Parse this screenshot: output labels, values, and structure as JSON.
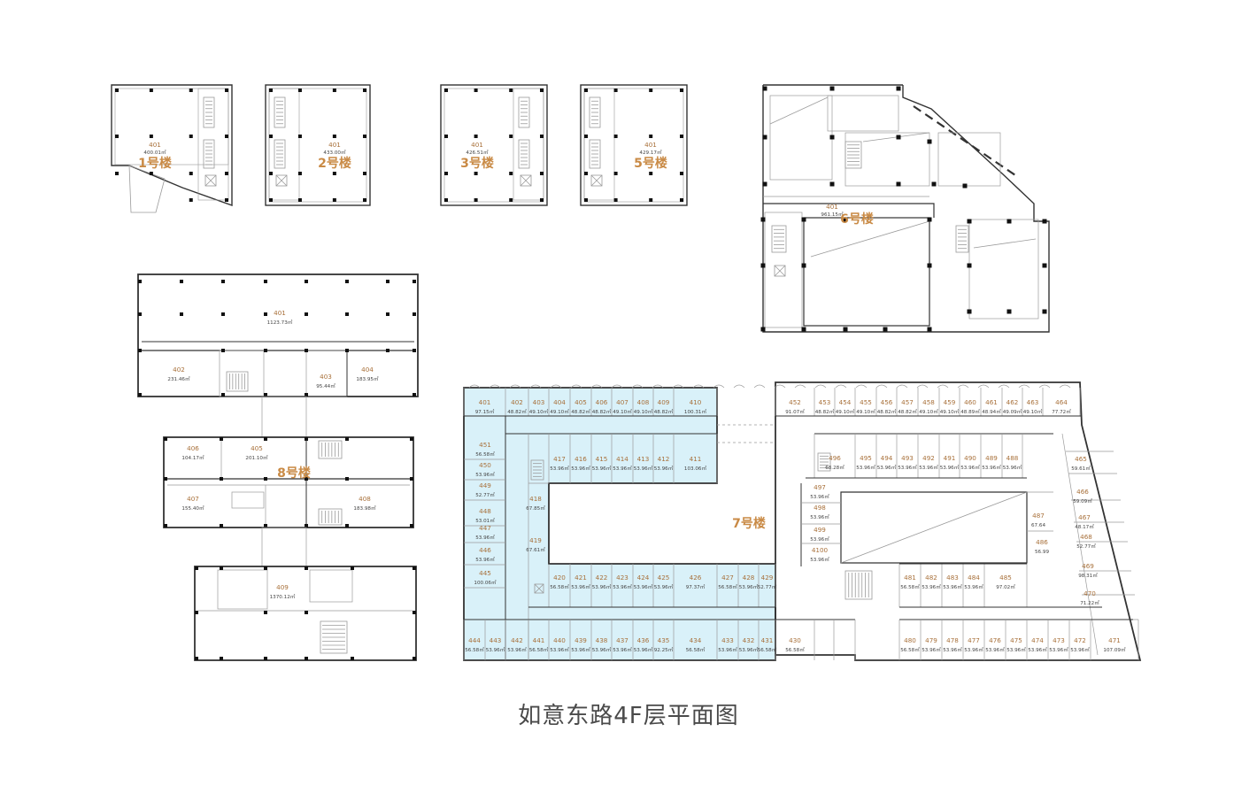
{
  "caption": "如意东路4F层平面图",
  "colors": {
    "wall": "#333333",
    "thin": "#9a9a9a",
    "column": "#111111",
    "room_number": "#a8703a",
    "area_text": "#444444",
    "building_label": "#c98a45",
    "highlight_fill": "#d9f1f9",
    "highlight_stroke": "#7ec4dc"
  },
  "small_buildings": [
    {
      "name": "1号楼",
      "room": "401",
      "area": "400.01㎡"
    },
    {
      "name": "2号楼",
      "room": "401",
      "area": "433.00㎡"
    },
    {
      "name": "3号楼",
      "room": "401",
      "area": "426.51㎡"
    },
    {
      "name": "5号楼",
      "room": "401",
      "area": "429.17㎡"
    }
  ],
  "building6": {
    "name": "6号楼",
    "room": "401",
    "area": "961.15㎡"
  },
  "building8": {
    "name": "8号楼",
    "rooms": [
      {
        "num": "401",
        "area": "1123.73㎡"
      },
      {
        "num": "402",
        "area": "231.46㎡"
      },
      {
        "num": "403",
        "area": "95.44㎡"
      },
      {
        "num": "404",
        "area": "183.95㎡"
      },
      {
        "num": "406",
        "area": "104.17㎡"
      },
      {
        "num": "405",
        "area": "201.10㎡"
      },
      {
        "num": "407",
        "area": "155.40㎡"
      },
      {
        "num": "408",
        "area": "183.98㎡"
      },
      {
        "num": "409",
        "area": "1370.12㎡"
      }
    ]
  },
  "building7": {
    "name": "7号楼",
    "top_row": [
      {
        "num": "401",
        "area": "97.15㎡"
      },
      {
        "num": "402",
        "area": "48.82㎡"
      },
      {
        "num": "403",
        "area": "49.10㎡"
      },
      {
        "num": "404",
        "area": "49.10㎡"
      },
      {
        "num": "405",
        "area": "48.82㎡"
      },
      {
        "num": "406",
        "area": "48.82㎡"
      },
      {
        "num": "407",
        "area": "49.10㎡"
      },
      {
        "num": "408",
        "area": "49.10㎡"
      },
      {
        "num": "409",
        "area": "48.82㎡"
      },
      {
        "num": "410",
        "area": "100.31㎡"
      }
    ],
    "row2": [
      {
        "num": "417",
        "area": "53.96㎡"
      },
      {
        "num": "416",
        "area": "53.96㎡"
      },
      {
        "num": "415",
        "area": "53.96㎡"
      },
      {
        "num": "414",
        "area": "53.96㎡"
      },
      {
        "num": "413",
        "area": "53.96㎡"
      },
      {
        "num": "412",
        "area": "53.96㎡"
      },
      {
        "num": "411",
        "area": "103.06㎡"
      }
    ],
    "left_col": [
      {
        "num": "451",
        "area": "56.58㎡"
      },
      {
        "num": "450",
        "area": "53.96㎡"
      },
      {
        "num": "449",
        "area": "52.77㎡"
      },
      {
        "num": "448",
        "area": "53.01㎡"
      },
      {
        "num": "447",
        "area": "53.96㎡"
      },
      {
        "num": "446",
        "area": "53.96㎡"
      },
      {
        "num": "445",
        "area": "100.06㎡"
      }
    ],
    "inner_col": [
      {
        "num": "418",
        "area": "67.85㎡"
      },
      {
        "num": "419",
        "area": "67.61㎡"
      }
    ],
    "mid_row": [
      {
        "num": "420",
        "area": "56.58㎡"
      },
      {
        "num": "421",
        "area": "53.96㎡"
      },
      {
        "num": "422",
        "area": "53.96㎡"
      },
      {
        "num": "423",
        "area": "53.96㎡"
      },
      {
        "num": "424",
        "area": "53.96㎡"
      },
      {
        "num": "425",
        "area": "53.96㎡"
      },
      {
        "num": "426",
        "area": "97.37㎡"
      },
      {
        "num": "427",
        "area": "56.58㎡"
      },
      {
        "num": "428",
        "area": "53.96㎡"
      },
      {
        "num": "429",
        "area": "52.77㎡"
      }
    ],
    "bottom_row": [
      {
        "num": "444",
        "area": "56.58㎡"
      },
      {
        "num": "443",
        "area": "53.96㎡"
      },
      {
        "num": "442",
        "area": "53.96㎡"
      },
      {
        "num": "441",
        "area": "56.58㎡"
      },
      {
        "num": "440",
        "area": "53.96㎡"
      },
      {
        "num": "439",
        "area": "53.96㎡"
      },
      {
        "num": "438",
        "area": "53.96㎡"
      },
      {
        "num": "437",
        "area": "53.96㎡"
      },
      {
        "num": "436",
        "area": "53.96㎡"
      },
      {
        "num": "435",
        "area": "92.25㎡"
      },
      {
        "num": "434",
        "area": "56.58㎡"
      },
      {
        "num": "433",
        "area": "53.96㎡"
      },
      {
        "num": "432",
        "area": "53.96㎡"
      },
      {
        "num": "431",
        "area": "56.58㎡"
      },
      {
        "num": "430",
        "area": "56.58㎡"
      }
    ],
    "right_top_row": [
      {
        "num": "452",
        "area": "91.07㎡"
      },
      {
        "num": "453",
        "area": "48.82㎡"
      },
      {
        "num": "454",
        "area": "49.10㎡"
      },
      {
        "num": "455",
        "area": "49.10㎡"
      },
      {
        "num": "456",
        "area": "48.82㎡"
      },
      {
        "num": "457",
        "area": "48.82㎡"
      },
      {
        "num": "458",
        "area": "49.10㎡"
      },
      {
        "num": "459",
        "area": "49.10㎡"
      },
      {
        "num": "460",
        "area": "48.89㎡"
      },
      {
        "num": "461",
        "area": "48.94㎡"
      },
      {
        "num": "462",
        "area": "49.09㎡"
      },
      {
        "num": "463",
        "area": "49.10㎡"
      },
      {
        "num": "464",
        "area": "77.72㎡"
      }
    ],
    "right_row2": [
      {
        "num": "496",
        "area": "68.28㎡"
      },
      {
        "num": "495",
        "area": "53.96㎡"
      },
      {
        "num": "494",
        "area": "53.96㎡"
      },
      {
        "num": "493",
        "area": "53.96㎡"
      },
      {
        "num": "492",
        "area": "53.96㎡"
      },
      {
        "num": "491",
        "area": "53.96㎡"
      },
      {
        "num": "490",
        "area": "53.96㎡"
      },
      {
        "num": "489",
        "area": "53.96㎡"
      },
      {
        "num": "488",
        "area": "53.96㎡"
      }
    ],
    "right_inner_left": [
      {
        "num": "497",
        "area": "53.96㎡"
      },
      {
        "num": "498",
        "area": "53.96㎡"
      },
      {
        "num": "499",
        "area": "53.96㎡"
      },
      {
        "num": "4100",
        "area": "53.96㎡"
      }
    ],
    "right_inner_right": [
      {
        "num": "487",
        "area": "67.64"
      },
      {
        "num": "486",
        "area": "56.99"
      }
    ],
    "right_east_col": [
      {
        "num": "465",
        "area": "59.61㎡"
      },
      {
        "num": "466",
        "area": "59.09㎡"
      },
      {
        "num": "467",
        "area": "48.17㎡"
      },
      {
        "num": "468",
        "area": "52.77㎡"
      },
      {
        "num": "469",
        "area": "98.31㎡"
      },
      {
        "num": "470",
        "area": "71.22㎡"
      }
    ],
    "right_mid_row": [
      {
        "num": "481",
        "area": "56.58㎡"
      },
      {
        "num": "482",
        "area": "53.96㎡"
      },
      {
        "num": "483",
        "area": "53.96㎡"
      },
      {
        "num": "484",
        "area": "53.96㎡"
      },
      {
        "num": "485",
        "area": "97.02㎡"
      }
    ],
    "right_bottom_row": [
      {
        "num": "480",
        "area": "56.58㎡"
      },
      {
        "num": "479",
        "area": "53.96㎡"
      },
      {
        "num": "478",
        "area": "53.96㎡"
      },
      {
        "num": "477",
        "area": "53.96㎡"
      },
      {
        "num": "476",
        "area": "53.96㎡"
      },
      {
        "num": "475",
        "area": "53.96㎡"
      },
      {
        "num": "474",
        "area": "53.96㎡"
      },
      {
        "num": "473",
        "area": "53.96㎡"
      },
      {
        "num": "472",
        "area": "53.96㎡"
      },
      {
        "num": "471",
        "area": "107.09㎡"
      }
    ]
  }
}
